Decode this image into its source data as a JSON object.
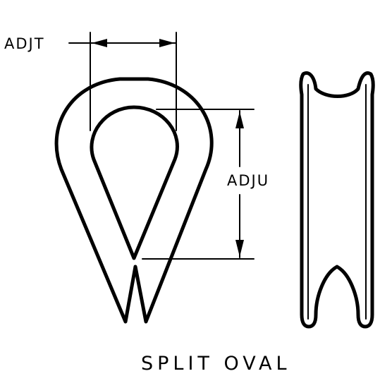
{
  "labels": {
    "adjt": "ADJT",
    "adju": "ADJU",
    "caption": "SPLIT OVAL"
  },
  "colors": {
    "line": "#000000",
    "background": "#ffffff"
  }
}
